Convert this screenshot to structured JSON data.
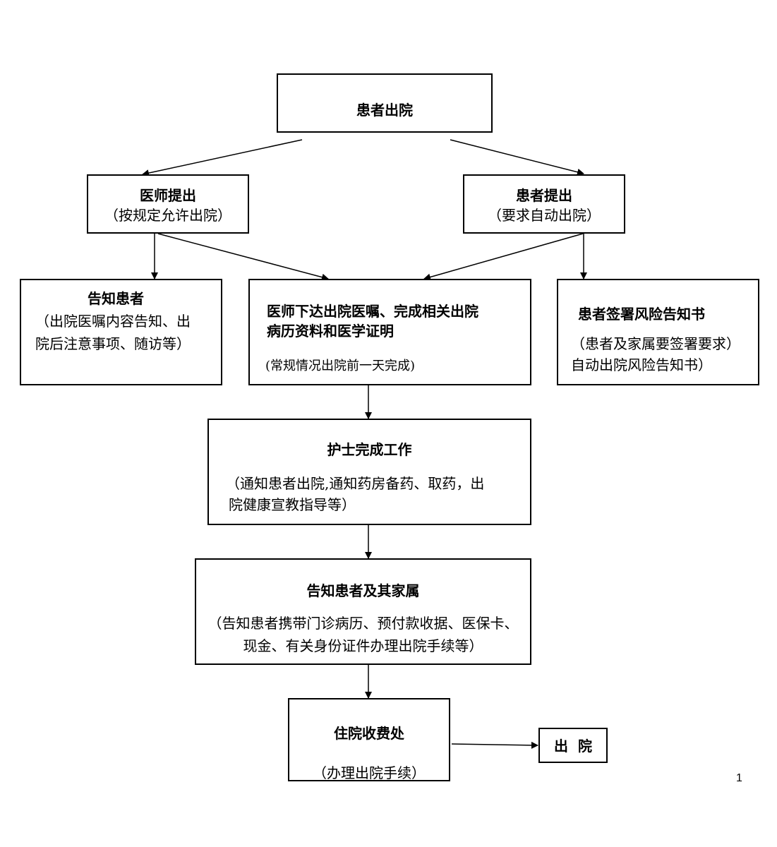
{
  "nodes": {
    "patient_discharge": {
      "title": "患者出院"
    },
    "doctor_proposes": {
      "title": "医师提出",
      "lines": [
        "（按规定允许出院）"
      ]
    },
    "patient_proposes": {
      "title": "患者提出",
      "lines": [
        "（要求自动出院）"
      ]
    },
    "inform_patient": {
      "title": "告知患者",
      "lines": [
        "（出院医嘱内容告知、出",
        "院后注意事项、随访等）"
      ]
    },
    "doctor_orders": {
      "title_lines": [
        "医师下达出院医嘱、完成相关出院",
        "病历资料和医学证明"
      ],
      "note": "(常规情况出院前一天完成)"
    },
    "sign_risk_notice": {
      "title": "患者签署风险告知书",
      "lines": [
        "（患者及家属要签署要求）",
        "自动出院风险告知书）"
      ]
    },
    "nurse_tasks": {
      "title": "护士完成工作",
      "lines": [
        "（通知患者出院,通知药房备药、取药，出",
        "院健康宣教指导等）"
      ]
    },
    "inform_family": {
      "title": "告知患者及其家属",
      "lines": [
        "（告知患者携带门诊病历、预付款收据、医保卡、",
        "现金、有关身份证件办理出院手续等）"
      ]
    },
    "billing_office": {
      "title": "住院收费处",
      "lines": [
        "（办理出院手续）"
      ]
    },
    "discharged": {
      "title": "出  院"
    }
  },
  "page_number": "1"
}
